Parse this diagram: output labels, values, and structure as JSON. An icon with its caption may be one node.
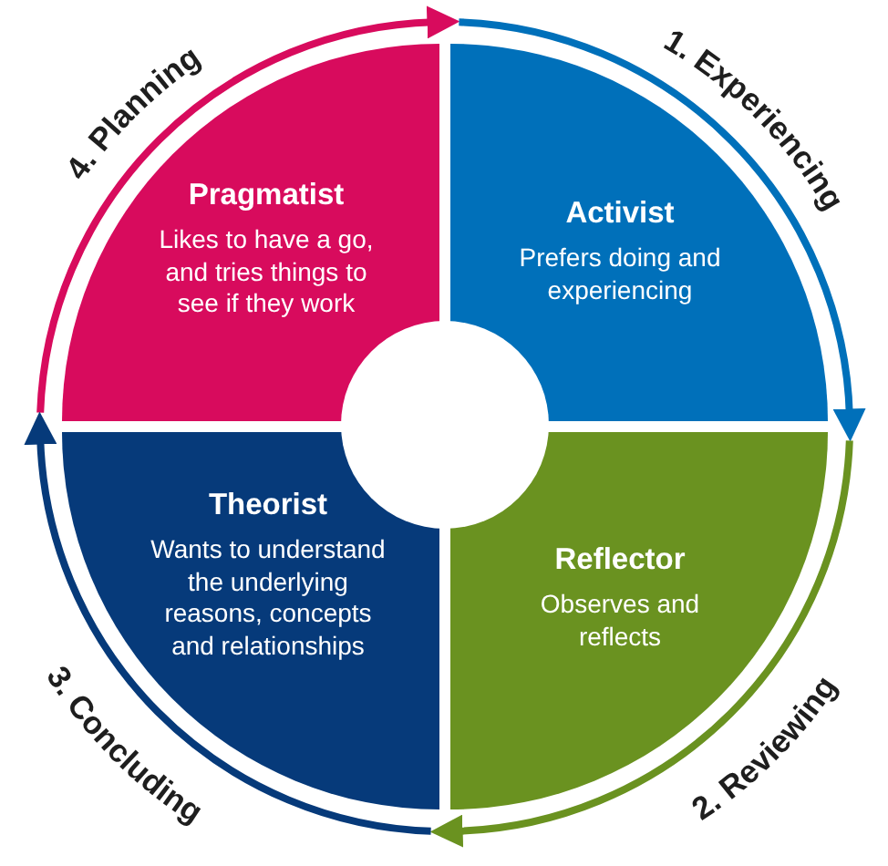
{
  "diagram": {
    "nodes": [
      {
        "text": [
          "Pragmatist",
          "Likes to have a go, and tries things to see if they work"
        ]
      },
      {
        "text": [
          "Activist",
          "Prefers doing and experiencing"
        ]
      },
      {
        "text": [
          "Theorist",
          "Wants to understand the underlying reasons, concepts and relationships"
        ]
      },
      {
        "text": [
          "Reflector",
          "Observes and reflects"
        ]
      },
      {
        "text": [],
        "shape": "circle"
      }
    ],
    "edges": [
      {
        "from": 0,
        "to": 1,
        "arrow": "to",
        "label": "4. Planning",
        "color": "#d80b5d"
      },
      {
        "from": 1,
        "to": 3,
        "arrow": "to",
        "label": "1. Experiencing",
        "color": "#0070ba"
      },
      {
        "from": 3,
        "to": 2,
        "arrow": "to",
        "label": "2. Reviewing",
        "color": "#6a9220"
      },
      {
        "from": 2,
        "to": 0,
        "arrow": "to",
        "label": "3. Concluding",
        "color": "#063a7a"
      }
    ]
  }
}
